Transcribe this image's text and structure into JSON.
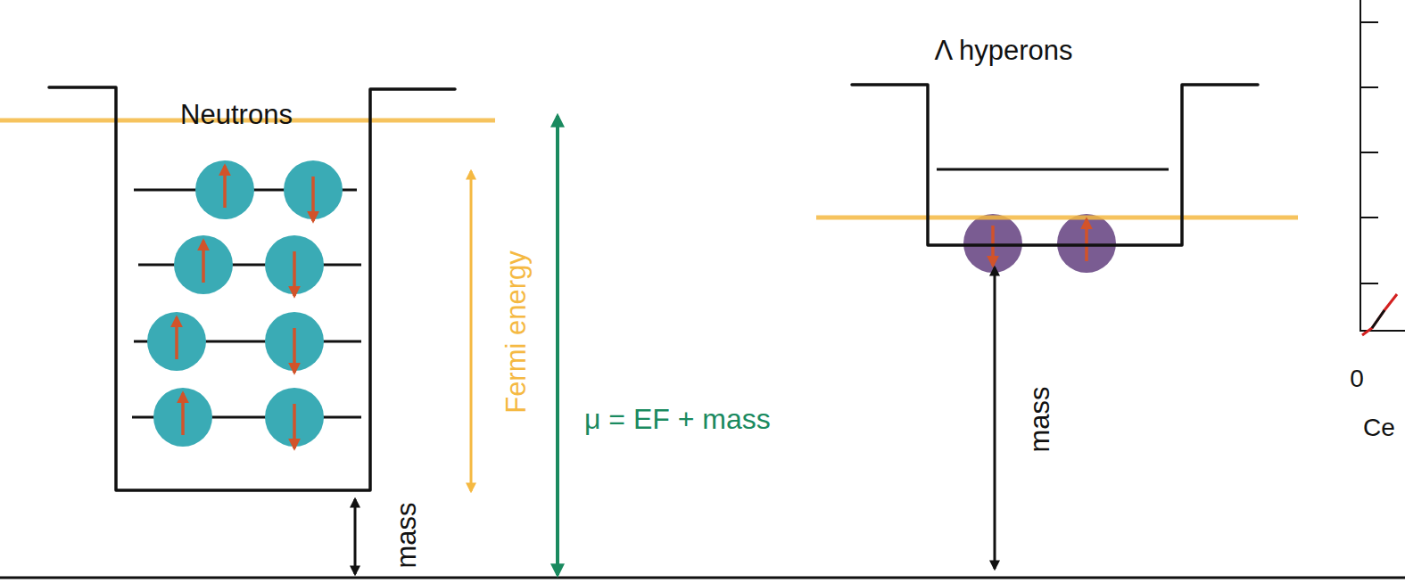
{
  "diagram": {
    "nodes": [
      {
        "text": [
          "Neutrons"
        ]
      },
      {
        "text": [
          "Λ hyperons"
        ]
      }
    ],
    "labels": [
      "Fermi energy",
      "μ = EF + mass",
      "mass",
      "mass",
      "0",
      "Ce"
    ]
  }
}
